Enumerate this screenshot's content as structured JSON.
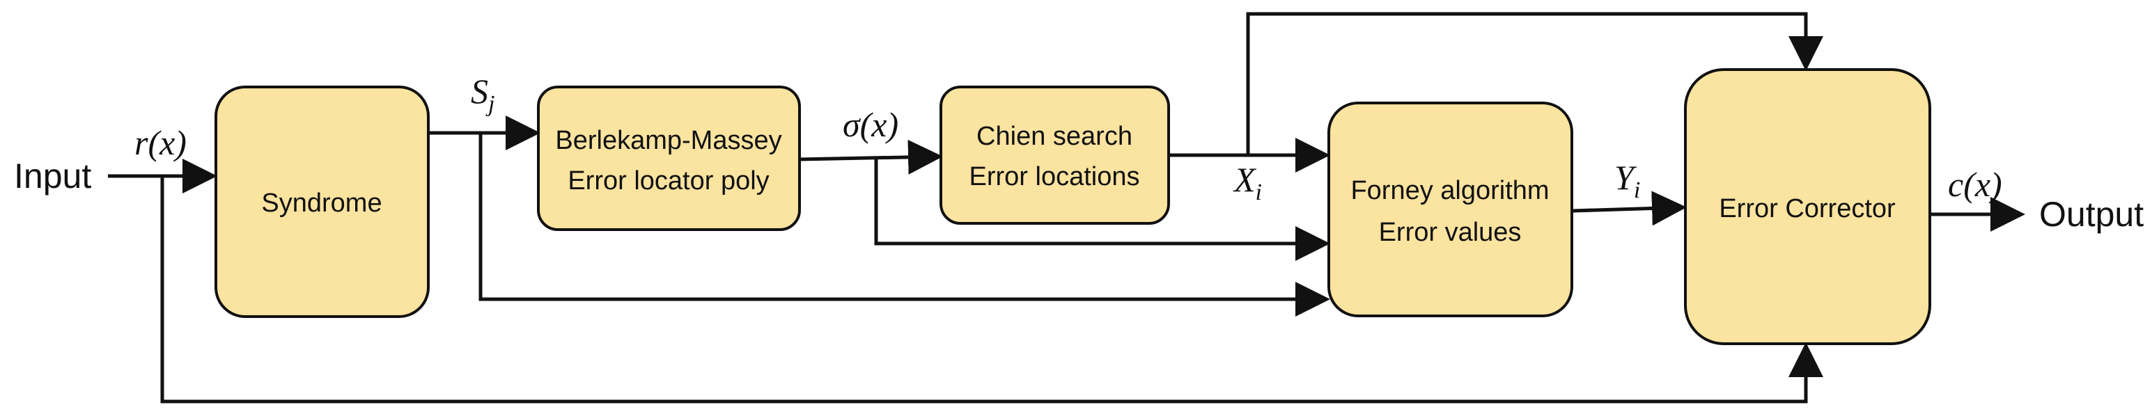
{
  "diagram": {
    "input_label": "Input",
    "output_label": "Output",
    "blocks": {
      "syndrome": {
        "line1": "Syndrome"
      },
      "berlekamp": {
        "line1": "Berlekamp-Massey",
        "line2": "Error locator poly"
      },
      "chien": {
        "line1": "Chien search",
        "line2": "Error locations"
      },
      "forney": {
        "line1": "Forney algorithm",
        "line2": "Error values"
      },
      "corrector": {
        "line1": "Error Corrector"
      }
    },
    "signals": {
      "r": "r(x)",
      "s_base": "S",
      "s_sub": "j",
      "sigma": "σ(x)",
      "x_base": "X",
      "x_sub": "i",
      "y_base": "Y",
      "y_sub": "i",
      "c": "c(x)"
    }
  },
  "colors": {
    "block_fill": "#FBE3A0",
    "stroke": "#111111"
  }
}
